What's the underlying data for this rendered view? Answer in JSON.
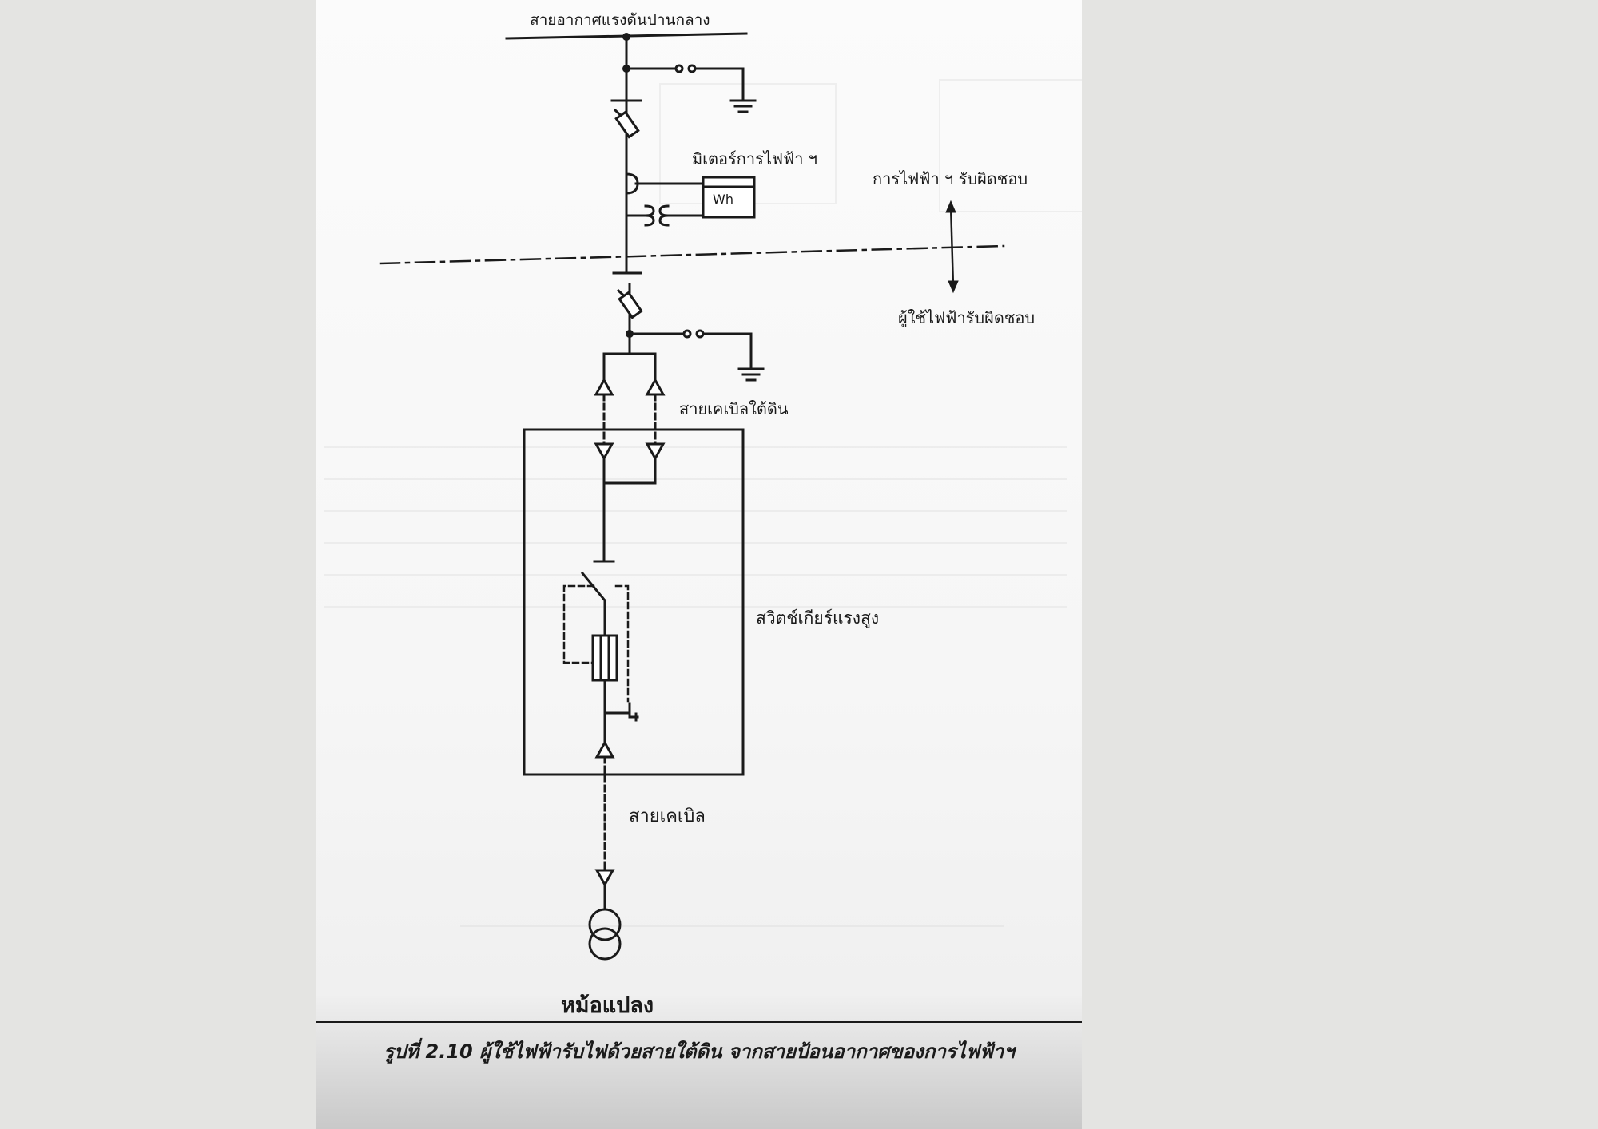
{
  "diagram": {
    "labels": {
      "overhead_line": "สายอากาศแรงดันปานกลาง",
      "pea_meter": "มิเตอร์การไฟฟ้า ฯ",
      "meter_symbol": "Wh",
      "utility_responsible": "การไฟฟ้า ฯ รับผิดชอบ",
      "user_responsible": "ผู้ใช้ไฟฟ้ารับผิดชอบ",
      "underground_cable": "สายเคเบิลใต้ดิน",
      "hv_switchgear": "สวิตช์เกียร์แรงสูง",
      "cable": "สายเคเบิล",
      "transformer": "หม้อแปลง"
    },
    "caption": "รูปที่ 2.10 ผู้ใช้ไฟฟ้ารับไฟด้วยสายใต้ดิน จากสายป้อนอากาศของการไฟฟ้าฯ"
  }
}
